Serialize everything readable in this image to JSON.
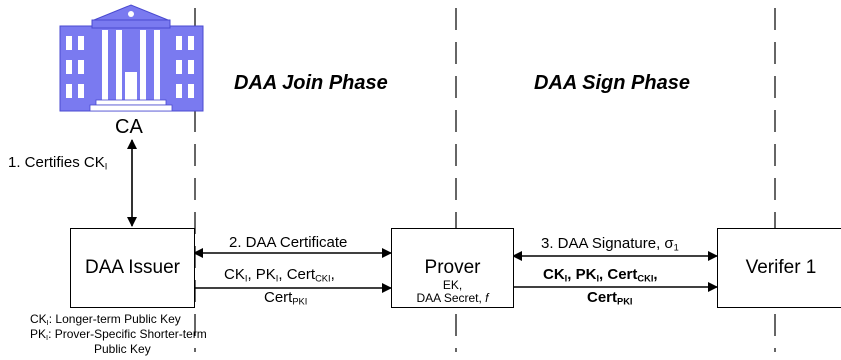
{
  "phases": {
    "join": "DAA Join Phase",
    "sign": "DAA Sign Phase"
  },
  "ca": {
    "label": "CA"
  },
  "certifies": {
    "text": "1. Certifies CK",
    "sub": "I"
  },
  "boxes": {
    "issuer": "DAA Issuer",
    "prover_title": "Prover",
    "prover_ek": "EK,",
    "prover_secret": "DAA Secret, ",
    "prover_f": "f",
    "verifier": "Verifer 1"
  },
  "arrows": {
    "daa_certificate": "2. DAA Certificate",
    "daa_signature": "3. DAA Signature, σ",
    "daa_signature_sub": "1"
  },
  "msg_join": {
    "ck": "CK",
    "ck_sub": "I",
    "pk": ", PK",
    "pk_sub": "I",
    "cert": ", Cert",
    "cert_sub": "CKI",
    "comma": ",",
    "cert2": "Cert",
    "cert2_sub": "PKI"
  },
  "msg_sign": {
    "ck": "CK",
    "ck_sub": "I",
    "pk": ", PK",
    "pk_sub": "I",
    "cert": ", Cert",
    "cert_sub": "CKI",
    "comma": ",",
    "cert2": "Cert",
    "cert2_sub": "PKI"
  },
  "legend": {
    "ck_key": "CK",
    "ck_sub": "I",
    "ck_desc": ": Longer-term Public Key",
    "pk_key": "PK",
    "pk_sub": "I",
    "pk_desc": ": Prover-Specific Shorter-term",
    "pk_desc2": "Public Key"
  },
  "colors": {
    "building": "#7a7af0",
    "building_detail": "#ffffff"
  }
}
